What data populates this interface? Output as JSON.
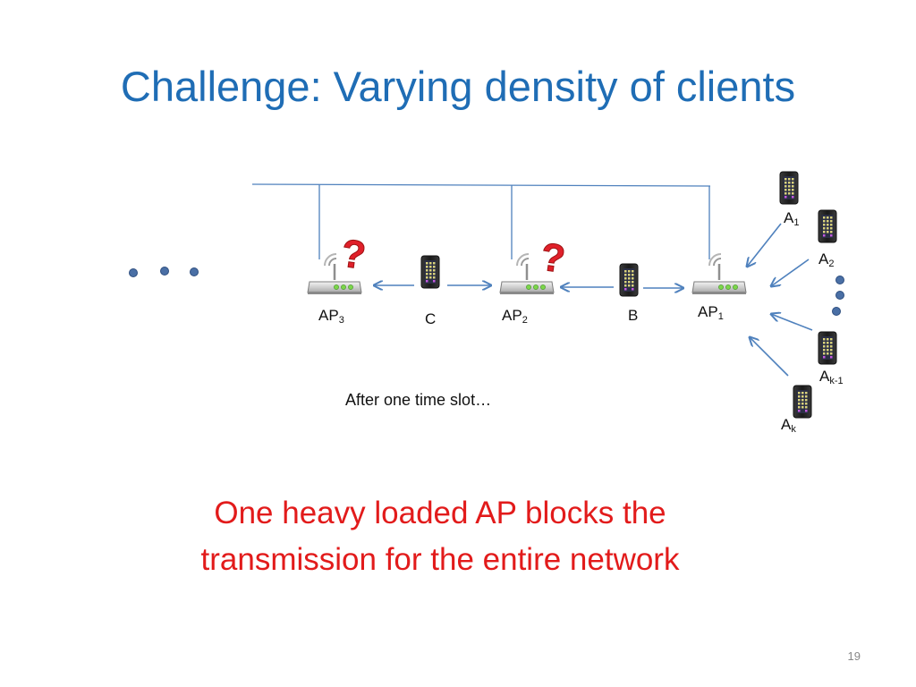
{
  "slide": {
    "title": "Challenge: Varying density of clients",
    "caption": "After one time slot…",
    "conclusion_line1": "One heavy loaded AP blocks the",
    "conclusion_line2": "transmission for the entire network",
    "number": "19"
  },
  "access_points": [
    {
      "base": "AP",
      "sub": "3"
    },
    {
      "base": "AP",
      "sub": "2"
    },
    {
      "base": "AP",
      "sub": "1"
    }
  ],
  "clients": [
    {
      "base": "C"
    },
    {
      "base": "B"
    },
    {
      "base": "A",
      "sub": "1"
    },
    {
      "base": "A",
      "sub": "2"
    },
    {
      "base": "A",
      "sub": "k-1"
    },
    {
      "base": "A",
      "sub": "k"
    }
  ],
  "colors": {
    "title": "#1F6DB5",
    "conclusion": "#E21B1B",
    "arrow": "#4F81BD",
    "question_mark": "#E0202A",
    "ellipsis_dot": "#4A6FA5"
  },
  "icons": {
    "access_point": "wifi-router-icon",
    "client": "smartphone-icon",
    "uncertain": "question-mark-icon"
  }
}
